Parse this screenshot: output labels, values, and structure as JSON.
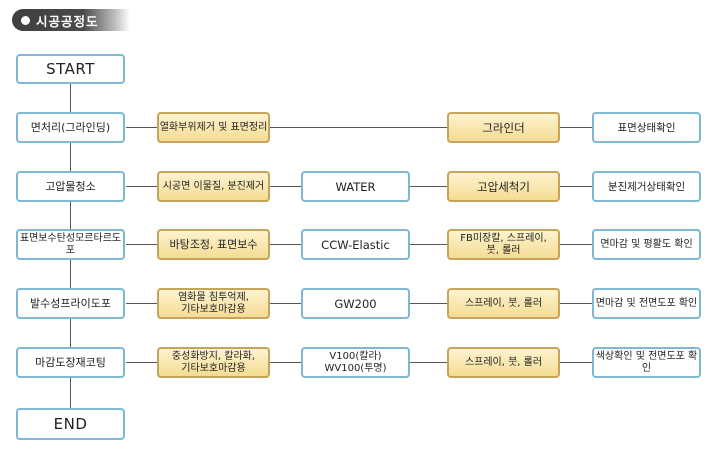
{
  "title": "시공공정도",
  "colors": {
    "blue_border": "#7fb7d4",
    "yellow_border": "#c8a35a",
    "yellow_fill": "#f4dc93",
    "line": "#555555"
  },
  "start": "START",
  "end": "END",
  "rows": [
    {
      "step": "면처리(그라인딩)",
      "task": "열화부위제거 및 표면정리",
      "material": "",
      "tool": "그라인더",
      "check": "표면상태확인"
    },
    {
      "step": "고압물청소",
      "task": "시공면 이물질, 분진제거",
      "material": "WATER",
      "tool": "고압세척기",
      "check": "분진제거상태확인"
    },
    {
      "step": "표면보수탄성모르타르도포",
      "task": "바탕조정, 표면보수",
      "material": "CCW-Elastic",
      "tool": "FB미장칼, 스프레이,\n붓, 롤러",
      "check": "면마감 및 평활도 확인"
    },
    {
      "step": "발수성프라이도포",
      "task": "염화물 침투억제,\n기타보호마감용",
      "material": "GW200",
      "tool": "스프레이, 붓, 롤러",
      "check": "면마감 및 전면도포 확인"
    },
    {
      "step": "마감도장재코팅",
      "task": "중성화방지, 칼라화,\n기타보호마감용",
      "material": "V100(칼라)\nWV100(투명)",
      "tool": "스프레이, 붓, 롤러",
      "check": "색상확인 및 전면도포 확인"
    }
  ]
}
